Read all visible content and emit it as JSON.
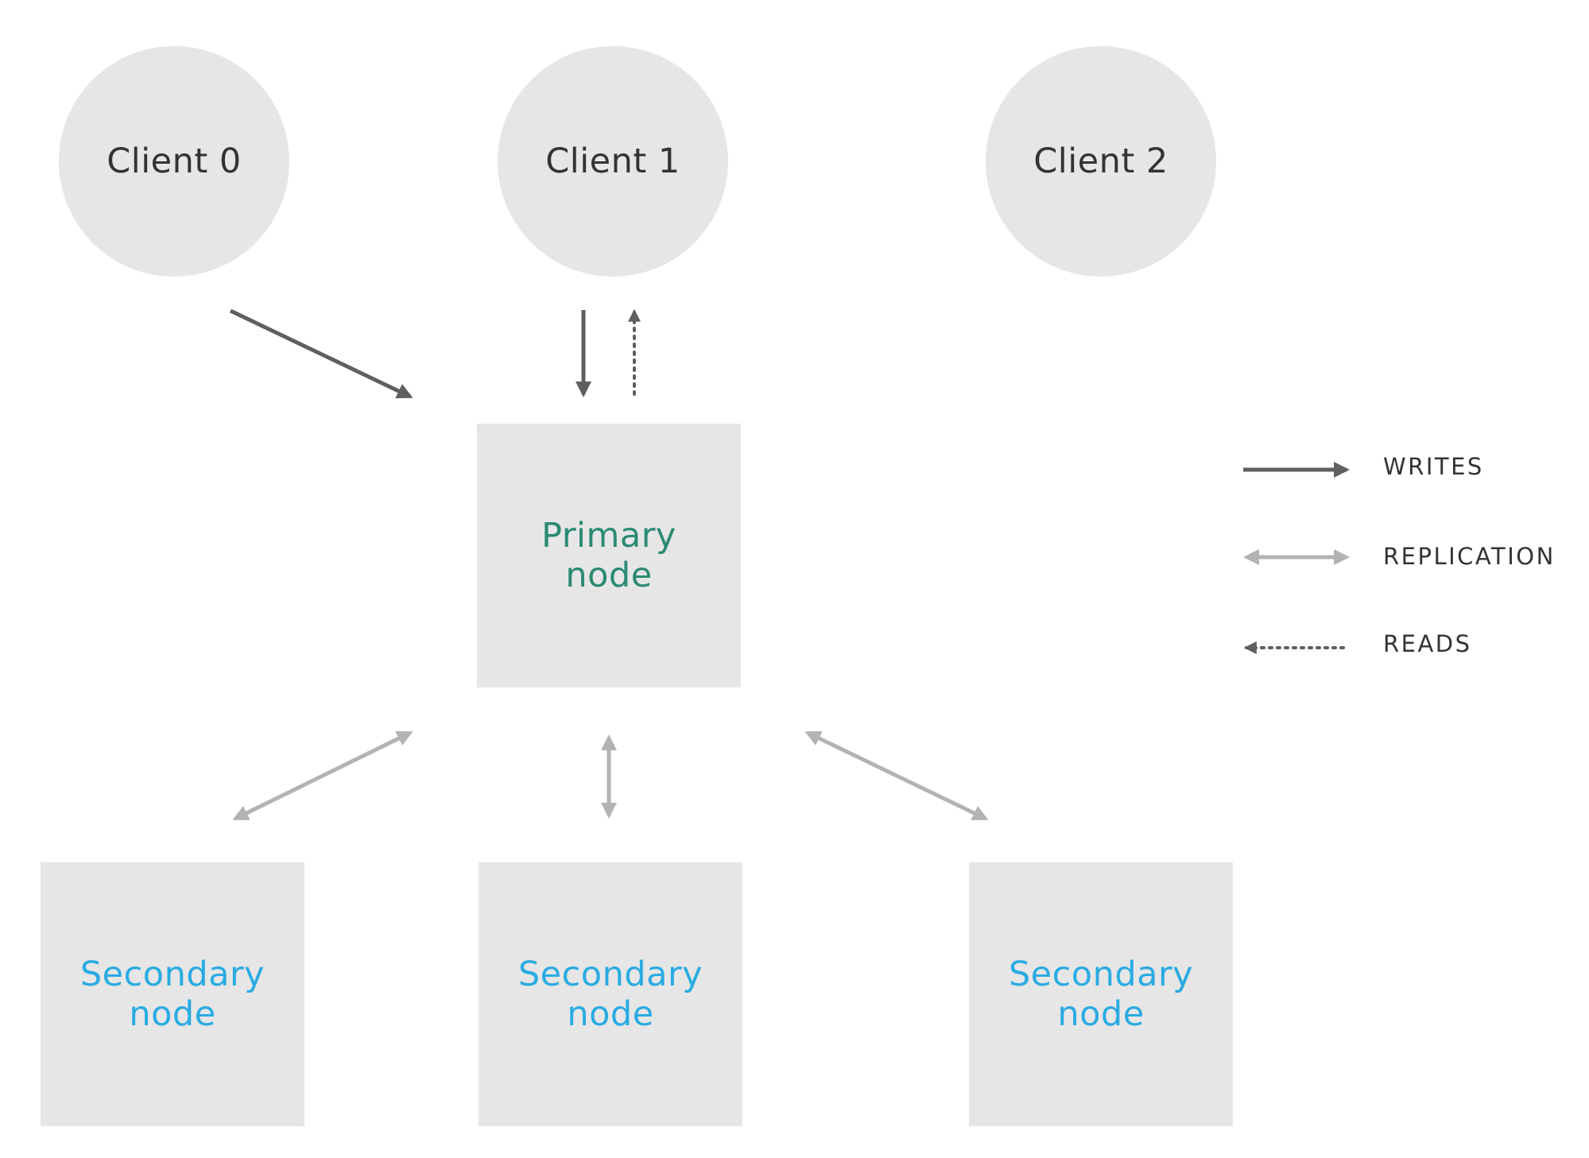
{
  "clients": [
    {
      "label": "Client 0"
    },
    {
      "label": "Client 1"
    },
    {
      "label": "Client 2"
    }
  ],
  "primary": {
    "label": "Primary node"
  },
  "secondaries": [
    {
      "label": "Secondary node"
    },
    {
      "label": "Secondary node"
    },
    {
      "label": "Secondary node"
    }
  ],
  "legend": {
    "writes": "WRITES",
    "replication": "REPLICATION",
    "reads": "READS"
  },
  "colors": {
    "writes_arrow": "#5f5f5f",
    "replication_arrow": "#b3b3b3",
    "reads_arrow": "#5f5f5f",
    "box_fill": "#e6e6e6",
    "primary_text": "#2a8a72",
    "secondary_text": "#29abe2"
  },
  "icons": {
    "writes": "solid-arrow-icon",
    "replication": "double-arrow-icon",
    "reads": "dotted-arrow-icon"
  }
}
